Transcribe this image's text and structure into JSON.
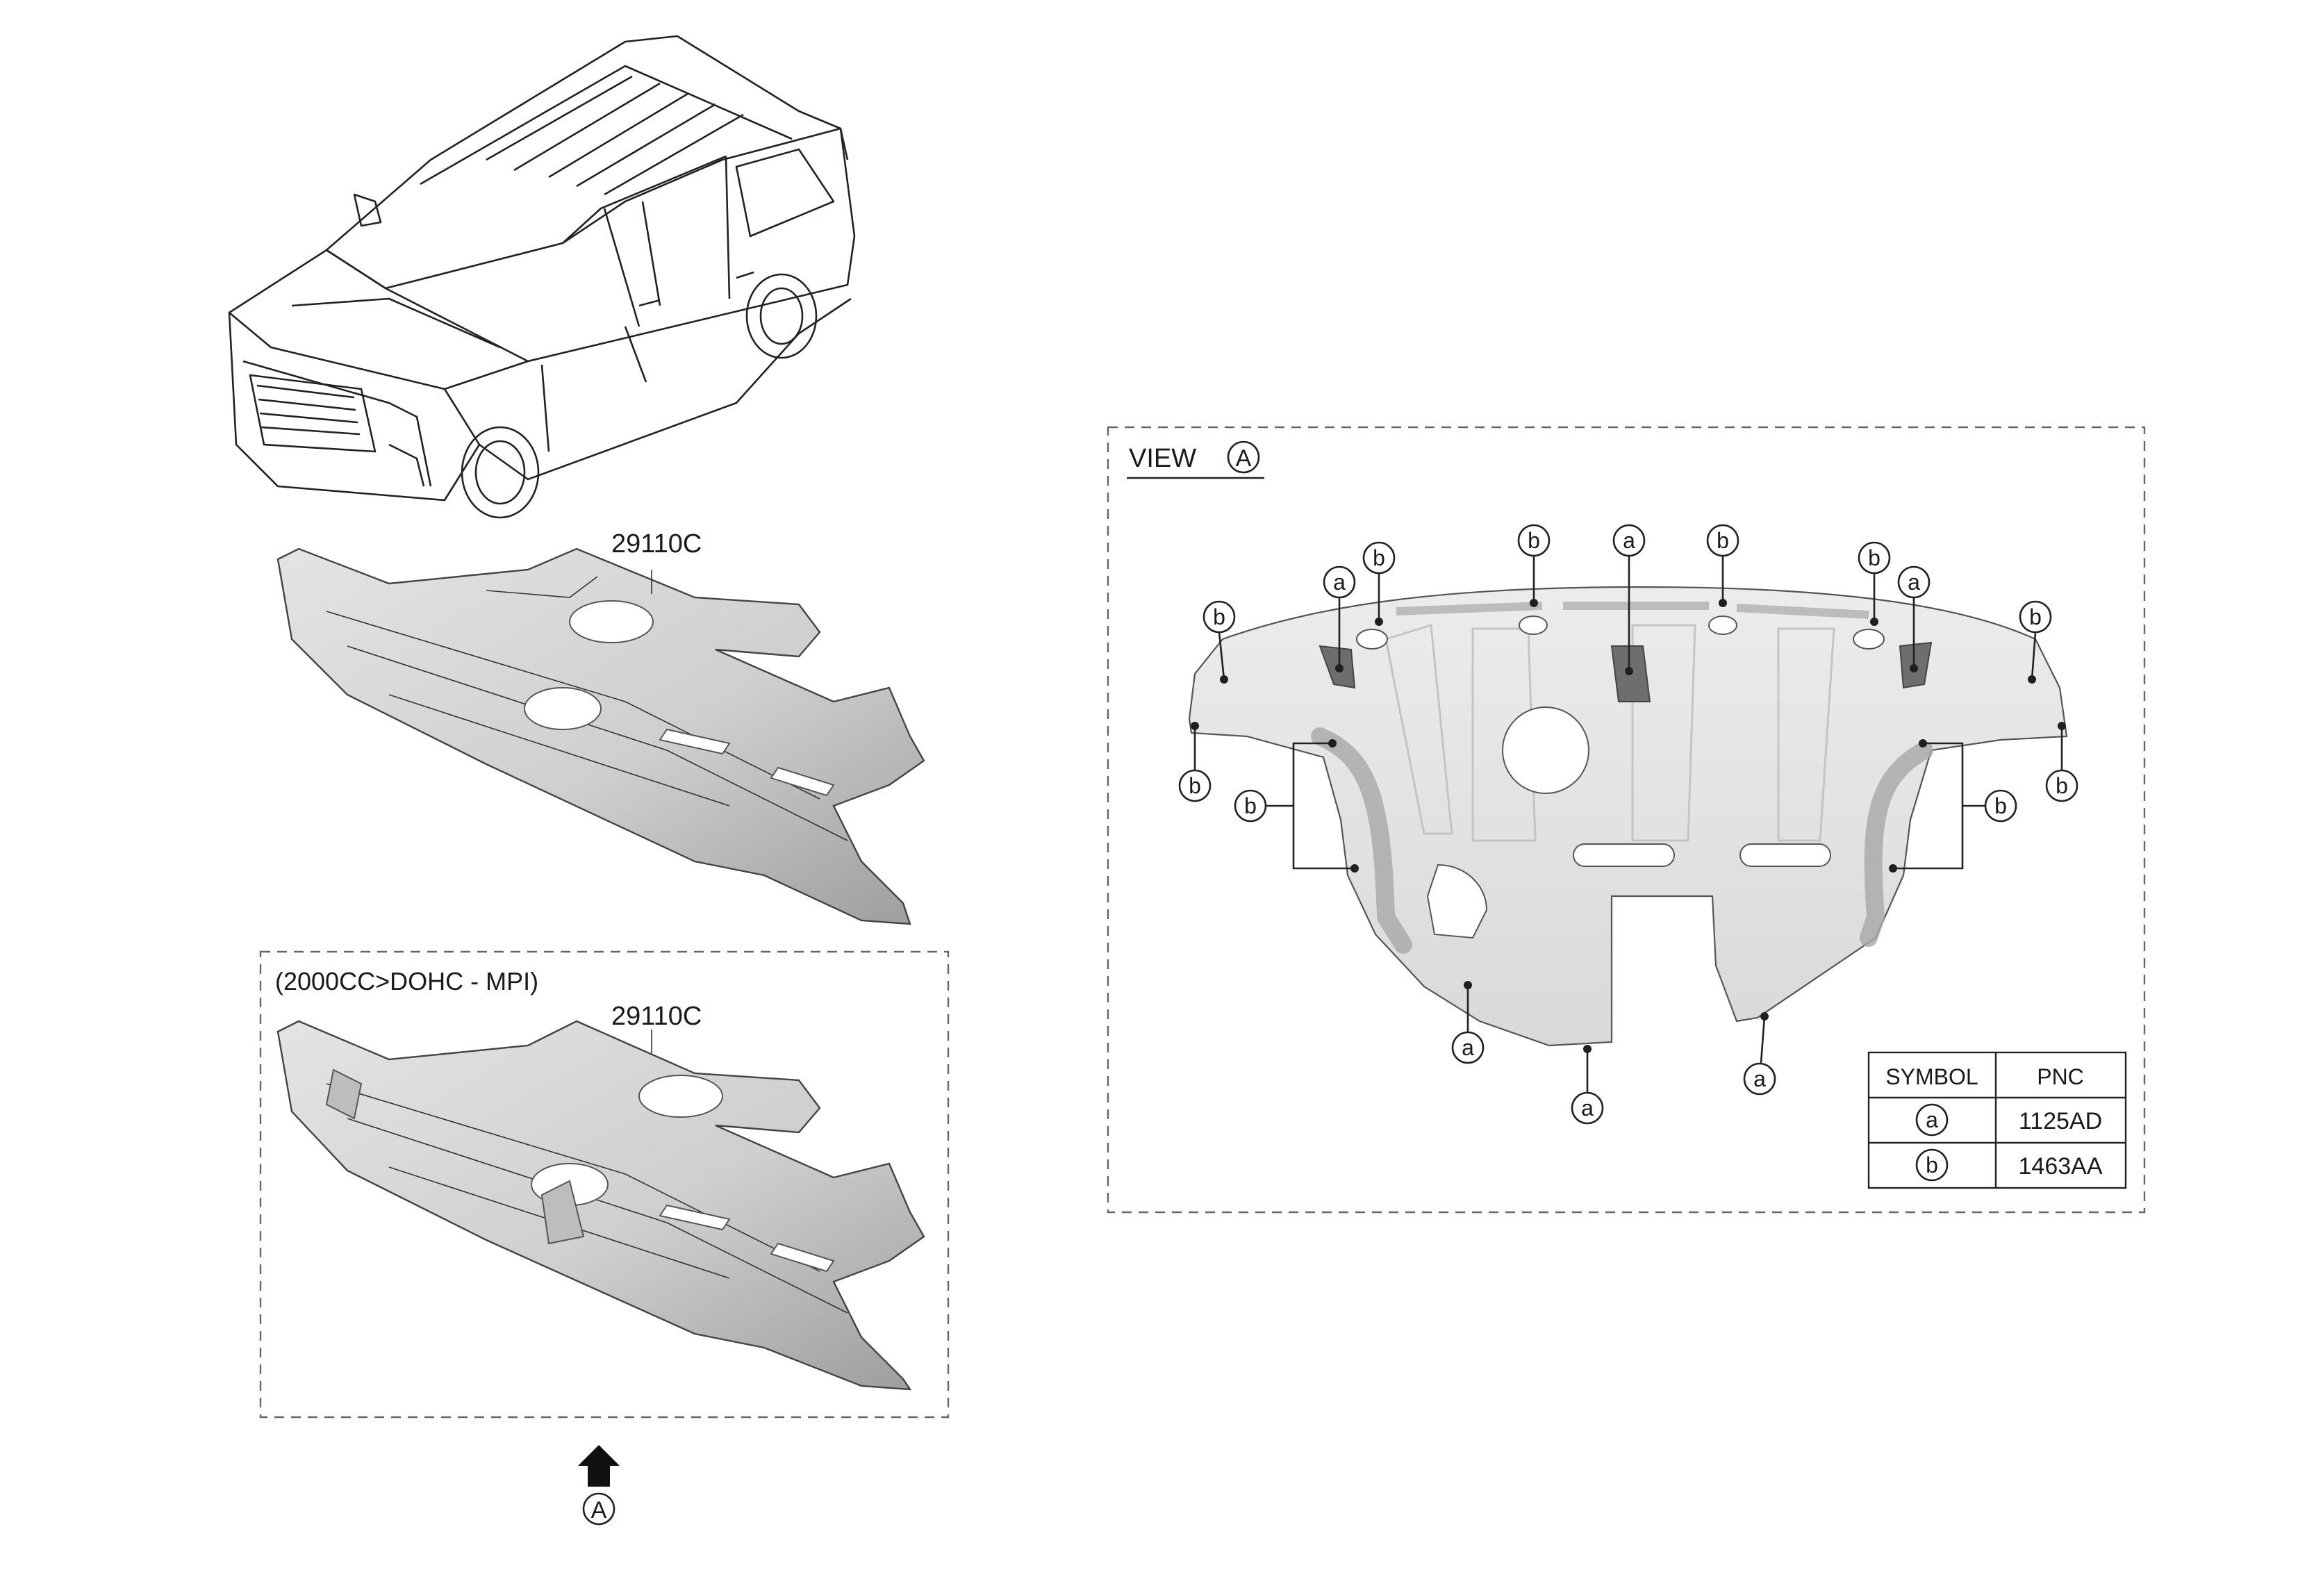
{
  "part_labels": {
    "top_part_number": "29110C",
    "bottom_part_number": "29110C",
    "variant_caption": "(2000CC>DOHC - MPI)"
  },
  "view": {
    "title": "VIEW",
    "title_symbol": "A",
    "arrow_symbol": "A"
  },
  "callouts": {
    "a": "a",
    "b": "b"
  },
  "legend": {
    "header_symbol": "SYMBOL",
    "header_pnc": "PNC",
    "rows": [
      {
        "symbol": "a",
        "pnc": "1125AD"
      },
      {
        "symbol": "b",
        "pnc": "1463AA"
      }
    ]
  },
  "colors": {
    "line": "#222222",
    "dash_frame": "#666666",
    "panel_fill": "#dedede",
    "panel_shadow": "#b9b9b9"
  }
}
